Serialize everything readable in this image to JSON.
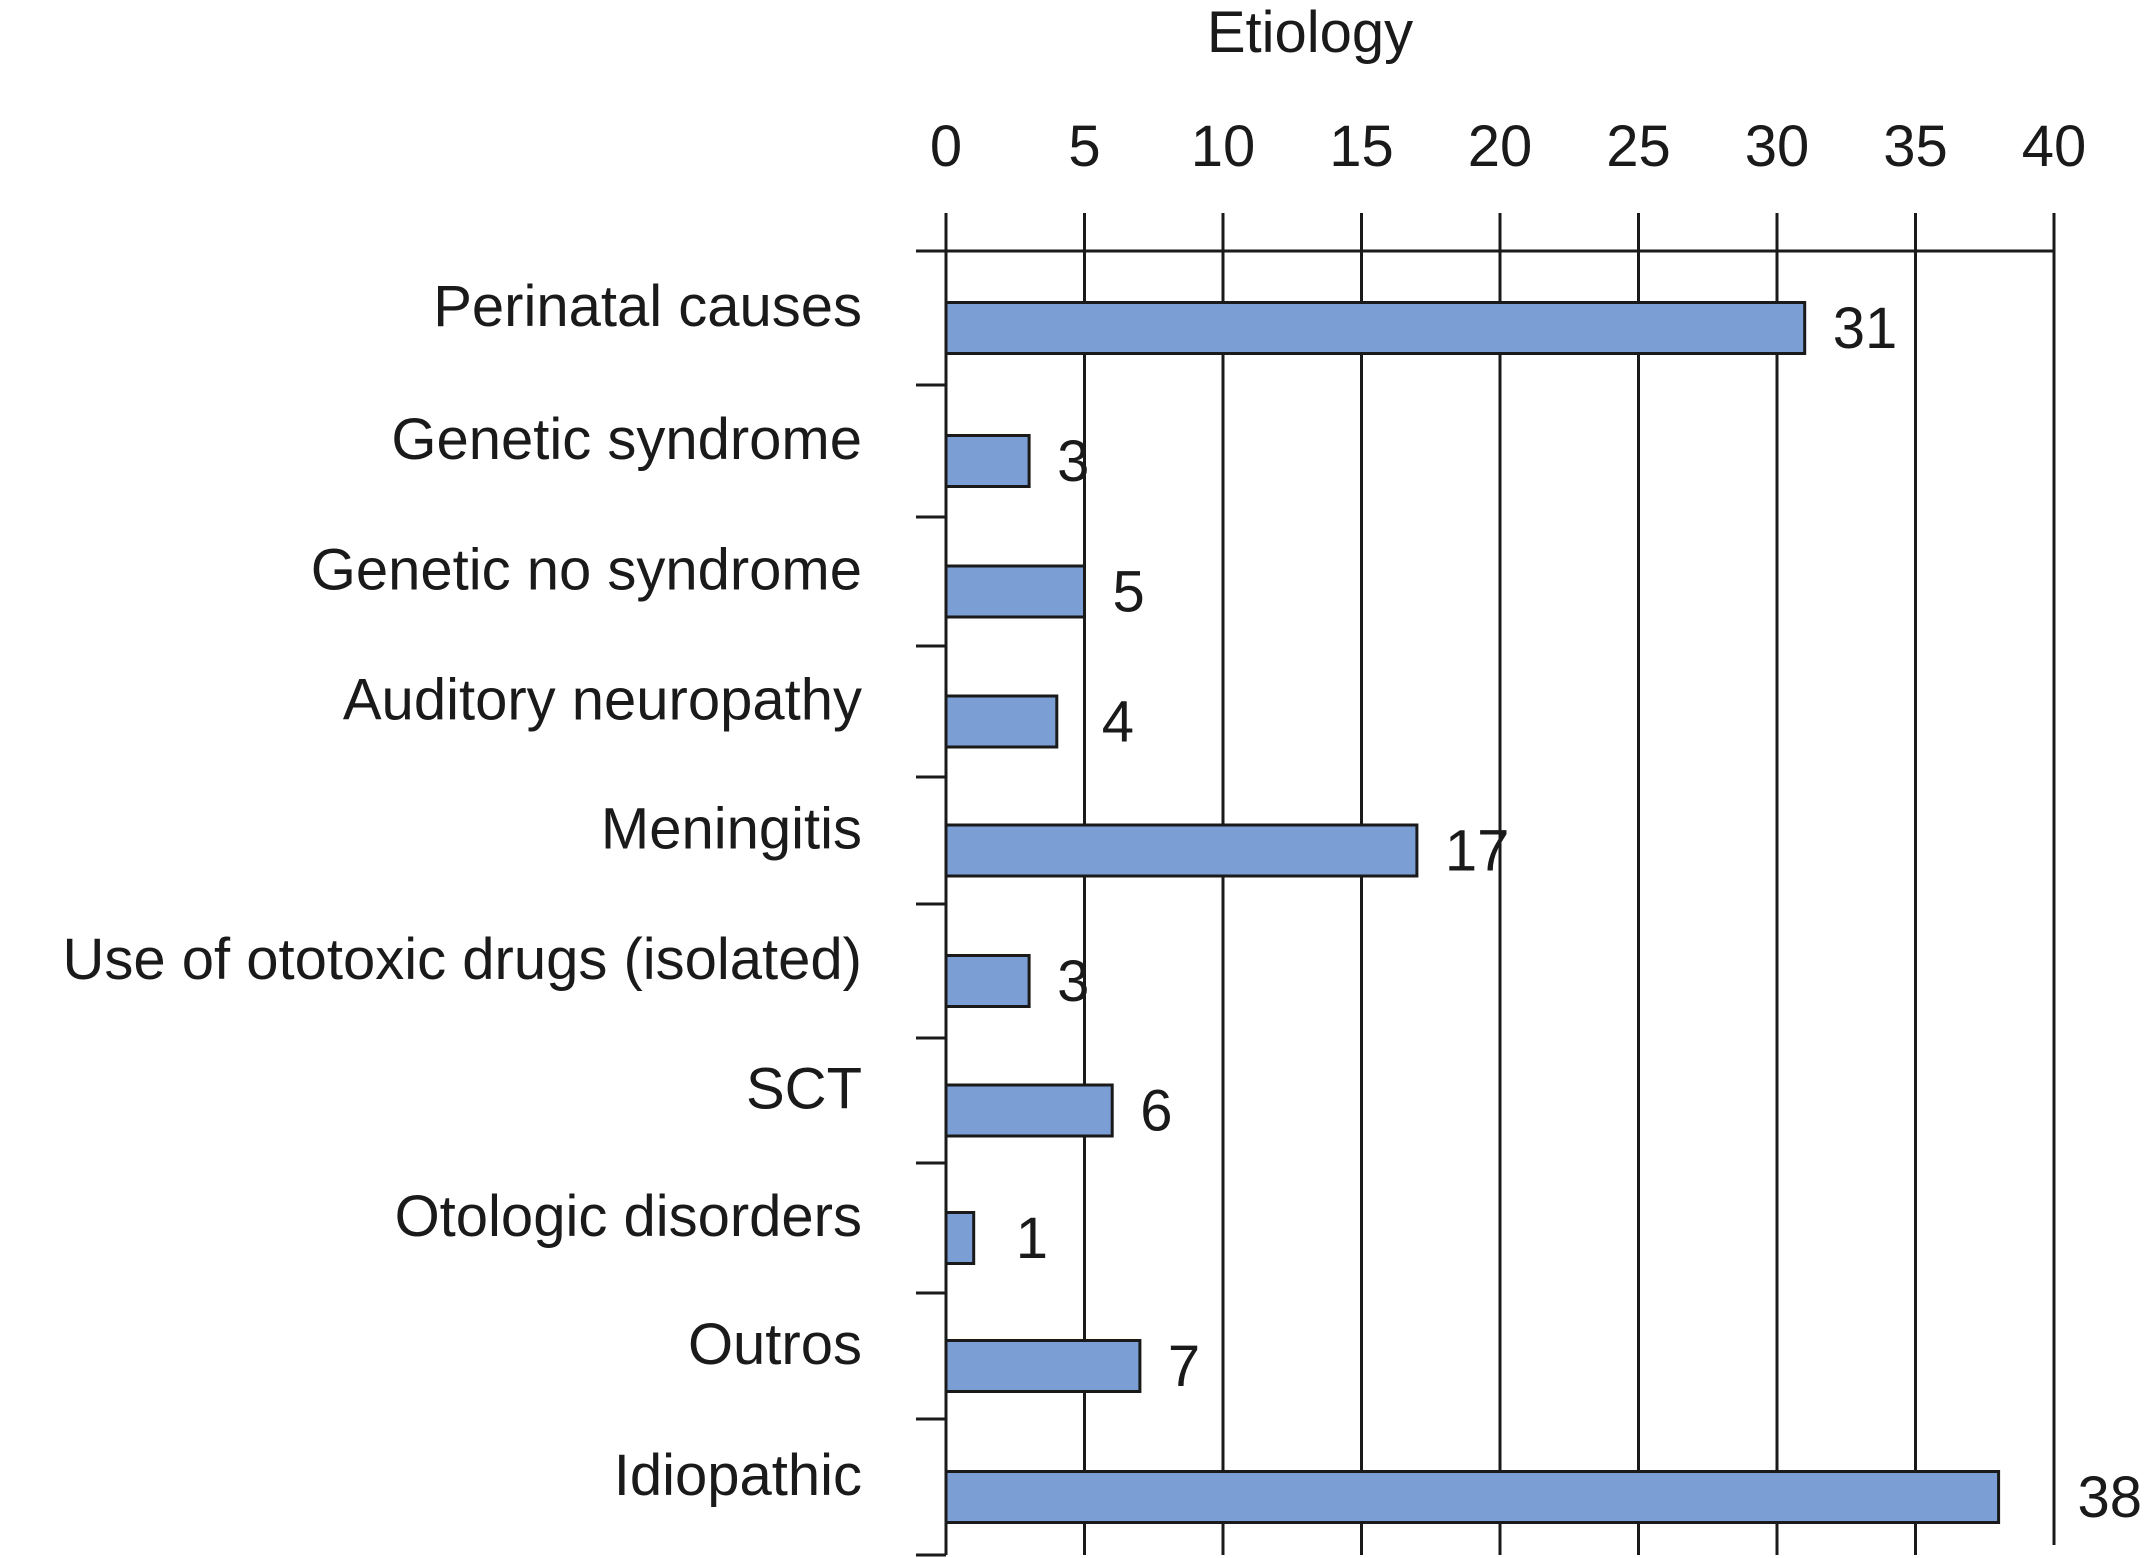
{
  "chart_data": {
    "type": "bar",
    "orientation": "horizontal",
    "title": "Etiology",
    "categories": [
      "Perinatal causes",
      "Genetic syndrome",
      "Genetic no syndrome",
      "Auditory neuropathy",
      "Meningitis",
      "Use of ototoxic drugs (isolated)",
      "SCT",
      "Otologic disorders",
      "Outros",
      "Idiopathic"
    ],
    "values": [
      31,
      3,
      5,
      4,
      17,
      3,
      6,
      1,
      7,
      38
    ],
    "xlim": [
      0,
      40
    ],
    "xticks": [
      0,
      5,
      10,
      15,
      20,
      25,
      30,
      35,
      40
    ],
    "axis_position": "top",
    "grid": true,
    "bar_color": "#7b9fd4"
  }
}
